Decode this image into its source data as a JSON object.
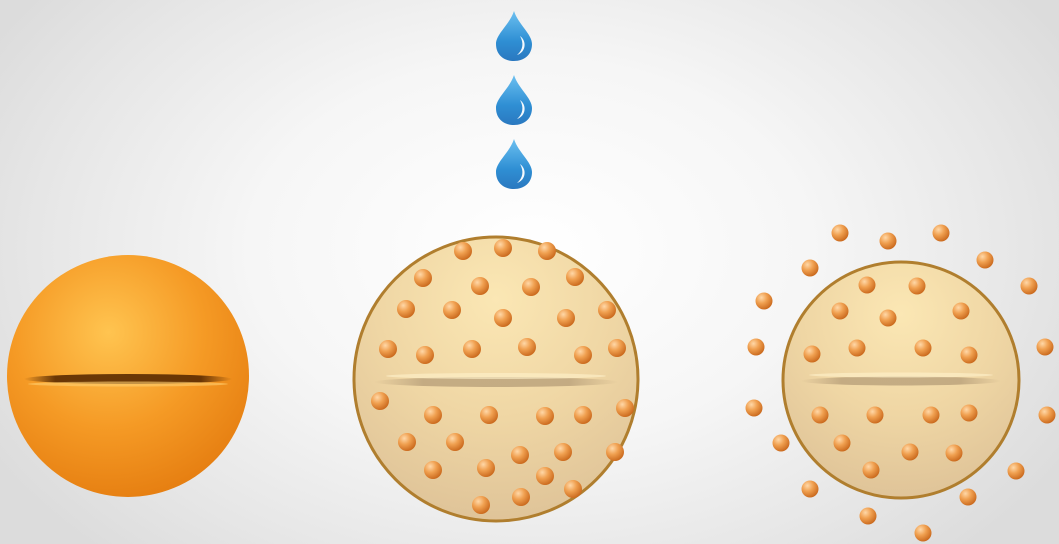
{
  "diagram": {
    "stages": [
      {
        "id": "intact-tablet",
        "kind": "solid-sphere"
      },
      {
        "id": "wetted-tablet",
        "kind": "porous-sphere-with-particles"
      },
      {
        "id": "dispersed-tablet",
        "kind": "porous-sphere-with-released-particles"
      }
    ],
    "water_drop_count": 3,
    "colors": {
      "solid_tablet": "#f39a2a",
      "swollen_tablet": "#e9d3a8",
      "tablet_rim": "#b07e2e",
      "particle": "#e8893a",
      "water_drop": "#3f9ad8"
    },
    "icons": [
      "water-drop-icon",
      "particle-icon"
    ]
  }
}
